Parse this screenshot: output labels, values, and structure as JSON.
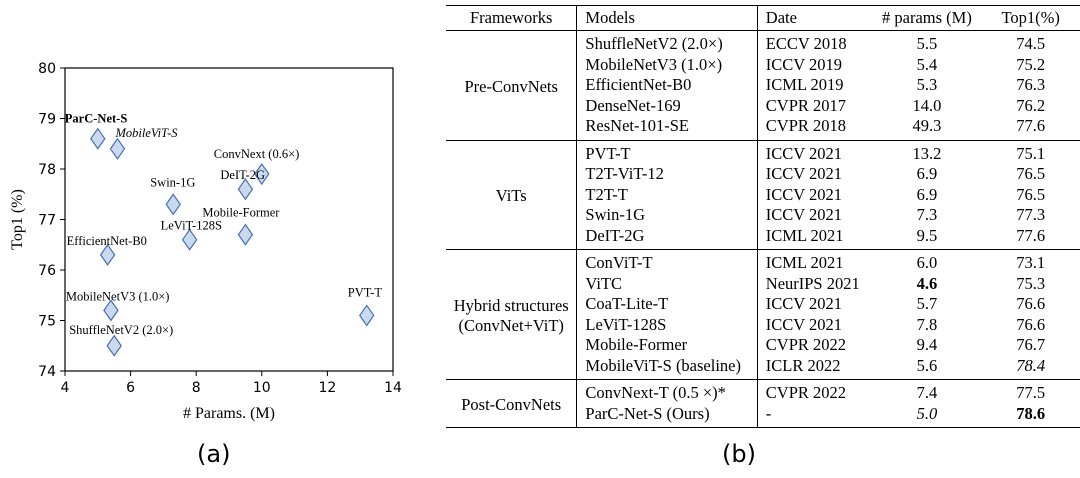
{
  "chart_data": {
    "type": "scatter",
    "xlabel": "# Params. (M)",
    "ylabel": "Top1 (%)",
    "xlim": [
      4,
      14
    ],
    "ylim": [
      74,
      80
    ],
    "xticks": [
      "4",
      "6",
      "8",
      "10",
      "12",
      "14"
    ],
    "yticks": [
      "74",
      "75",
      "76",
      "77",
      "78",
      "79",
      "80"
    ],
    "marker": "diamond",
    "marker_color": "#c9d9f0",
    "marker_edge": "#4a6fb0",
    "points": [
      {
        "label": "ParC-Net-S",
        "x": 5.0,
        "y": 78.6,
        "style": "bold"
      },
      {
        "label": "MobileViT-S",
        "x": 5.6,
        "y": 78.4,
        "style": "italic"
      },
      {
        "label": "ConvNext (0.6×)",
        "x": 10.0,
        "y": 77.9,
        "style": "normal"
      },
      {
        "label": "DeIT-2G",
        "x": 9.5,
        "y": 77.6,
        "style": "normal"
      },
      {
        "label": "Swin-1G",
        "x": 7.3,
        "y": 77.3,
        "style": "normal"
      },
      {
        "label": "LeViT-128S",
        "x": 7.8,
        "y": 76.6,
        "style": "normal"
      },
      {
        "label": "Mobile-Former",
        "x": 9.5,
        "y": 76.7,
        "style": "normal"
      },
      {
        "label": "EfficientNet-B0",
        "x": 5.3,
        "y": 76.3,
        "style": "normal"
      },
      {
        "label": "MobileNetV3 (1.0×)",
        "x": 5.4,
        "y": 75.2,
        "style": "normal"
      },
      {
        "label": "PVT-T",
        "x": 13.2,
        "y": 75.1,
        "style": "normal"
      },
      {
        "label": "ShuffleNetV2 (2.0×)",
        "x": 5.5,
        "y": 74.5,
        "style": "normal"
      }
    ]
  },
  "captions": {
    "a": "(a)",
    "b": "(b)"
  },
  "table": {
    "headers": [
      "Frameworks",
      "Models",
      "Date",
      "# params (M)",
      "Top1(%)"
    ],
    "groups": [
      {
        "name": "Pre-ConvNets",
        "rows": [
          {
            "model": "ShuffleNetV2 (2.0×)",
            "date": "ECCV 2018",
            "params": "5.5",
            "top1": "74.5"
          },
          {
            "model": "MobileNetV3 (1.0×)",
            "date": "ICCV 2019",
            "params": "5.4",
            "top1": "75.2"
          },
          {
            "model": "EfficientNet-B0",
            "date": "ICML 2019",
            "params": "5.3",
            "top1": "76.3"
          },
          {
            "model": "DenseNet-169",
            "date": "CVPR 2017",
            "params": "14.0",
            "top1": "76.2"
          },
          {
            "model": "ResNet-101-SE",
            "date": "CVPR 2018",
            "params": "49.3",
            "top1": "77.6"
          }
        ]
      },
      {
        "name": "ViTs",
        "rows": [
          {
            "model": "PVT-T",
            "date": "ICCV 2021",
            "params": "13.2",
            "top1": "75.1"
          },
          {
            "model": "T2T-ViT-12",
            "date": "ICCV 2021",
            "params": "6.9",
            "top1": "76.5"
          },
          {
            "model": "T2T-T",
            "date": "ICCV 2021",
            "params": "6.9",
            "top1": "76.5"
          },
          {
            "model": "Swin-1G",
            "date": "ICCV 2021",
            "params": "7.3",
            "top1": "77.3"
          },
          {
            "model": "DeIT-2G",
            "date": "ICML 2021",
            "params": "9.5",
            "top1": "77.6"
          }
        ]
      },
      {
        "name": "Hybrid structures (ConvNet+ViT)",
        "name_lines": [
          "Hybrid structures",
          "(ConvNet+ViT)"
        ],
        "rows": [
          {
            "model": "ConViT-T",
            "date": "ICML 2021",
            "params": "6.0",
            "top1": "73.1"
          },
          {
            "model": "ViTC",
            "date": "NeurIPS 2021",
            "params": "4.6",
            "top1": "75.3",
            "params_style": "bold"
          },
          {
            "model": "CoaT-Lite-T",
            "date": "ICCV 2021",
            "params": "5.7",
            "top1": "76.6"
          },
          {
            "model": "LeViT-128S",
            "date": "ICCV 2021",
            "params": "7.8",
            "top1": "76.6"
          },
          {
            "model": "Mobile-Former",
            "date": "CVPR 2022",
            "params": "9.4",
            "top1": "76.7"
          },
          {
            "model": "MobileViT-S (baseline)",
            "date": "ICLR 2022",
            "params": "5.6",
            "top1": "78.4",
            "top1_style": "italic"
          }
        ]
      },
      {
        "name": "Post-ConvNets",
        "rows": [
          {
            "model": "ConvNext-T (0.5 ×)*",
            "date": "CVPR 2022",
            "params": "7.4",
            "top1": "77.5"
          },
          {
            "model": "ParC-Net-S (Ours)",
            "date": "-",
            "params": "5.0",
            "top1": "78.6",
            "params_style": "italic",
            "top1_style": "bold"
          }
        ]
      }
    ]
  }
}
